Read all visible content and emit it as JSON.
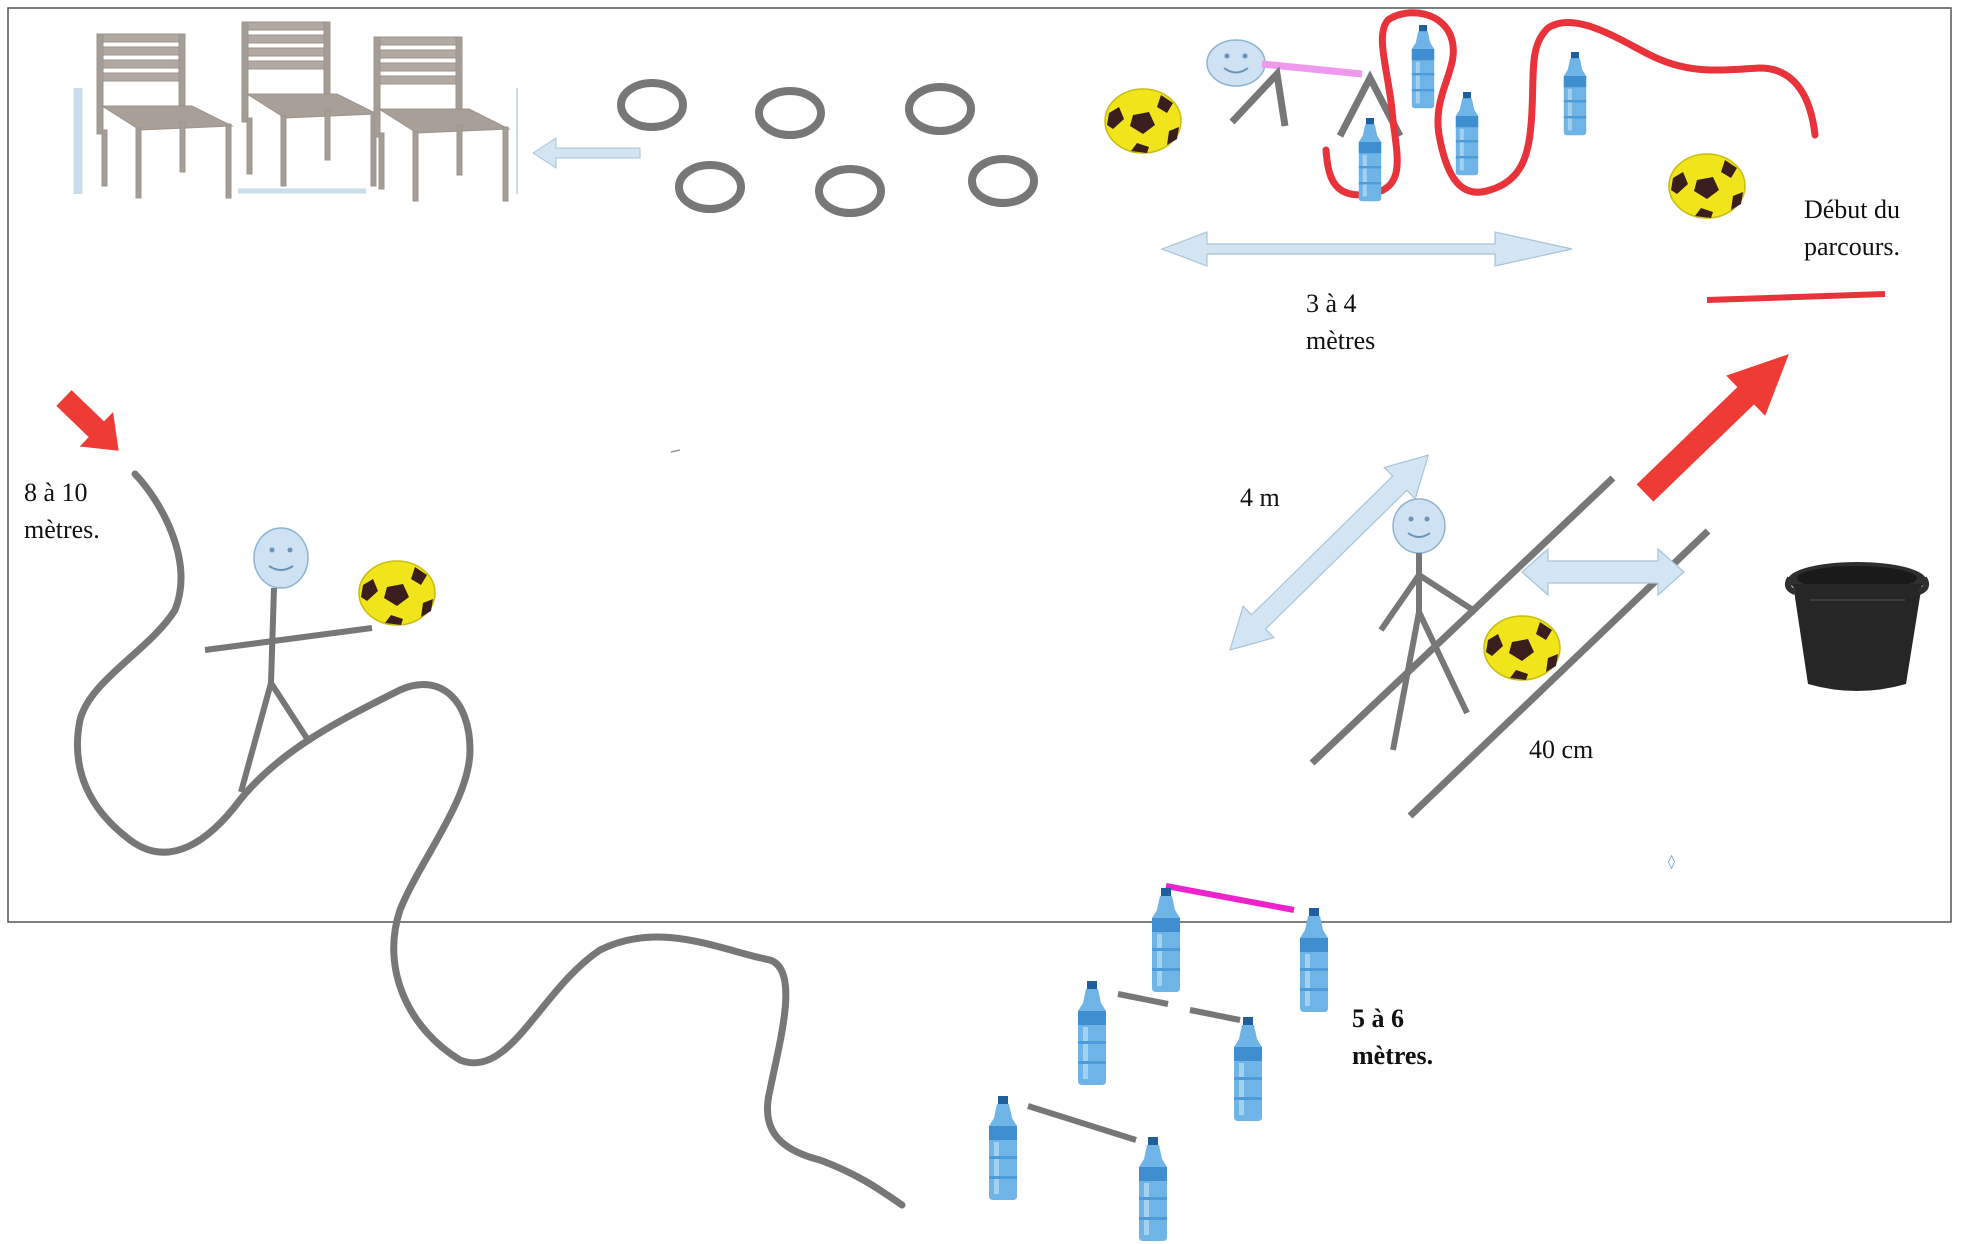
{
  "labels": {
    "start_line1": "Début du",
    "start_line2": "parcours.",
    "dist_3_4_line1": "3 à 4",
    "dist_3_4_line2": "mètres",
    "dist_4m": "4 m",
    "dist_40cm": "40 cm",
    "dist_8_10_line1": "8 à 10",
    "dist_8_10_line2": "mètres.",
    "dist_5_6_line1": "5 à 6",
    "dist_5_6_line2": "mètres."
  },
  "icons": {
    "ball": "soccer-ball-icon",
    "bottle": "water-bottle-icon",
    "chair": "chair-icon",
    "hoop": "hoop-ring-icon",
    "bucket": "bucket-icon",
    "person": "stick-figure-icon",
    "arrow": "arrow-icon"
  },
  "colors": {
    "arrow_red": "#ee3b36",
    "arrow_blue": "#d3e5f2",
    "path_red": "#e8333b",
    "rope_grey": "#777777",
    "bar_pink": "#ee99ee",
    "bar_magenta": "#ee22cc",
    "ball_yellow": "#f0e51a",
    "bottle_blue": "#4b9fdc",
    "figure_head": "#cfe2f3"
  }
}
